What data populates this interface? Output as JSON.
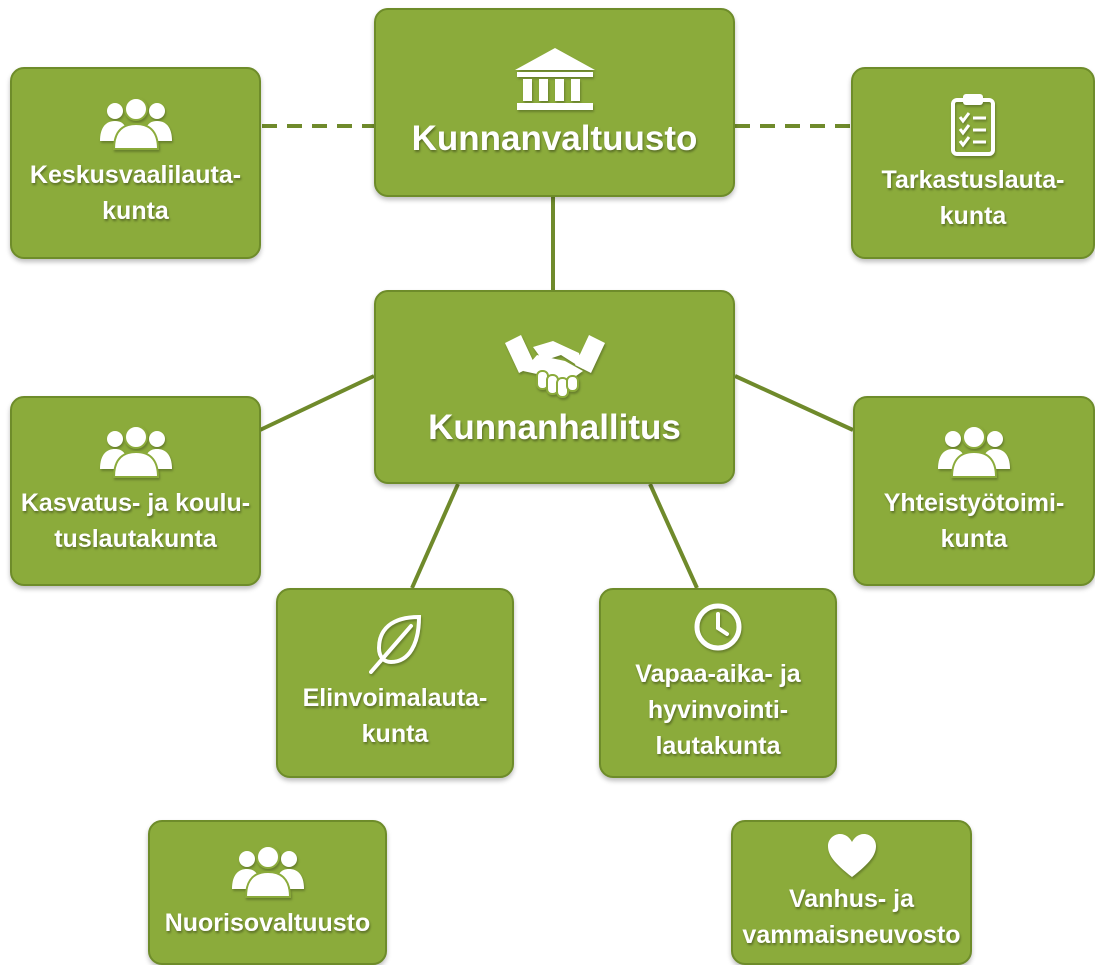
{
  "colors": {
    "box": "#8bab3b",
    "box_border": "#6e8c2a",
    "connector": "#6f8a2b",
    "text": "#ffffff"
  },
  "nodes": {
    "kunnanvaltuusto": {
      "label": "Kunnanvaltuusto",
      "icon": "government-building-icon"
    },
    "keskusvaalilautakunta": {
      "line1": "Keskusvaalilauta-",
      "line2": "kunta",
      "icon": "group-icon"
    },
    "tarkastuslautakunta": {
      "line1": "Tarkastuslauta-",
      "line2": "kunta",
      "icon": "clipboard-checklist-icon"
    },
    "kunnanhallitus": {
      "label": "Kunnanhallitus",
      "icon": "handshake-icon"
    },
    "kasvatus": {
      "line1": "Kasvatus- ja koulu-",
      "line2": "tuslautakunta",
      "icon": "group-icon"
    },
    "yhteistyo": {
      "line1": "Yhteistyötoimi-",
      "line2": "kunta",
      "icon": "group-icon"
    },
    "elinvoima": {
      "line1": "Elinvoimalauta-",
      "line2": "kunta",
      "icon": "leaf-icon"
    },
    "vapaa_aika": {
      "line1": "Vapaa-aika- ja",
      "line2": "hyvinvointi-",
      "line3": "lautakunta",
      "icon": "clock-icon"
    },
    "nuoriso": {
      "label": "Nuorisovaltuusto",
      "icon": "group-icon"
    },
    "vanhus": {
      "line1": "Vanhus- ja",
      "line2": "vammaisneuvosto",
      "icon": "heart-icon"
    }
  },
  "connections": [
    {
      "from": "Kunnanvaltuusto",
      "to": "Keskusvaalilauta-kunta",
      "style": "dashed"
    },
    {
      "from": "Kunnanvaltuusto",
      "to": "Tarkastuslauta-kunta",
      "style": "dashed"
    },
    {
      "from": "Kunnanvaltuusto",
      "to": "Kunnanhallitus",
      "style": "solid"
    },
    {
      "from": "Kunnanhallitus",
      "to": "Kasvatus- ja koulu-tuslautakunta",
      "style": "solid"
    },
    {
      "from": "Kunnanhallitus",
      "to": "Yhteistyötoimi-kunta",
      "style": "solid"
    },
    {
      "from": "Kunnanhallitus",
      "to": "Elinvoimalauta-kunta",
      "style": "solid"
    },
    {
      "from": "Kunnanhallitus",
      "to": "Vapaa-aika- ja hyvinvointi-lautakunta",
      "style": "solid"
    }
  ]
}
